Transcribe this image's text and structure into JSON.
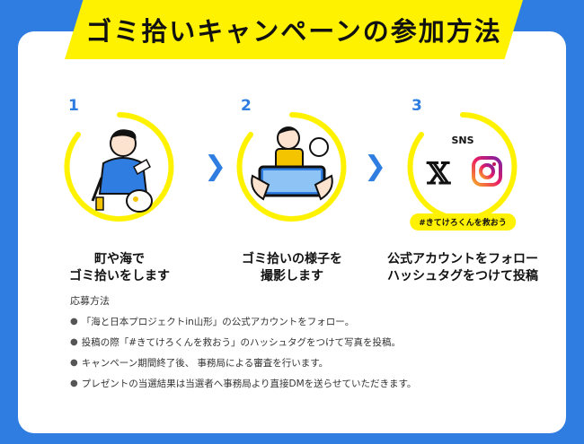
{
  "banner": {
    "title": "ゴミ拾いキャンペーンの参加方法"
  },
  "steps": [
    {
      "number": "1",
      "caption_line1": "町や海で",
      "caption_line2": "ゴミ拾いをします"
    },
    {
      "number": "2",
      "caption_line1": "ゴミ拾いの様子を",
      "caption_line2": "撮影します"
    },
    {
      "number": "3",
      "caption_line1": "公式アカウントをフォロー",
      "caption_line2": "ハッシュタグをつけて投稿",
      "sns_label": "SNS",
      "hashtag": "#きてけろくんを救おう"
    }
  ],
  "rules": {
    "title": "応募方法",
    "items": [
      "「海と日本プロジェクトin山形」の公式アカウントをフォロー。",
      "投稿の際「#きてけろくんを救おう」のハッシュタグをつけて写真を投稿。",
      "キャンペーン期間終了後、 事務局による審査を行います。",
      "プレゼントの当選結果は当選者へ事務局より直接DMを送らせていただきます。"
    ]
  },
  "colors": {
    "accent_blue": "#2f7de1",
    "accent_yellow": "#fff200"
  },
  "icons": {
    "arrow": "chevron-right-icon",
    "x": "x-logo-icon",
    "instagram": "instagram-icon"
  }
}
